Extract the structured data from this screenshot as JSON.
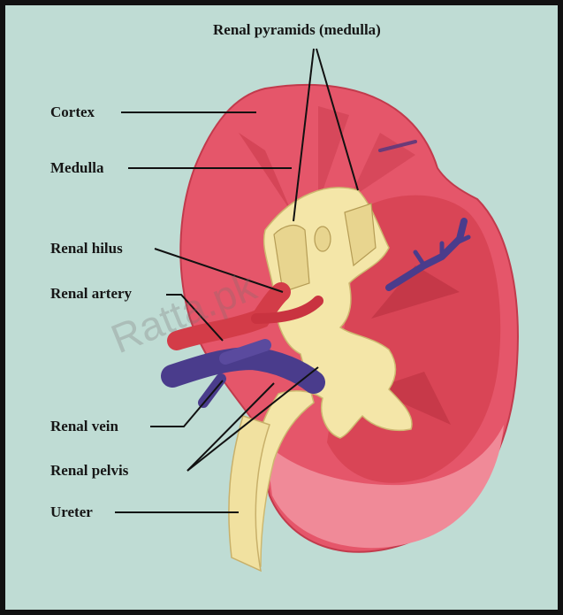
{
  "labels": {
    "renal_pyramids": "Renal pyramids (medulla)",
    "cortex": "Cortex",
    "medulla": "Medulla",
    "renal_hilus": "Renal hilus",
    "renal_artery": "Renal artery",
    "renal_vein": "Renal vein",
    "renal_pelvis": "Renal pelvis",
    "ureter": "Ureter"
  },
  "watermark": "Ratta.pk",
  "colors": {
    "background": "#bfdcd4",
    "cortex": "#e5566a",
    "medulla": "#d94556",
    "pelvis": "#f4e6a8",
    "artery": "#d33c48",
    "vein": "#4a3c8c"
  }
}
